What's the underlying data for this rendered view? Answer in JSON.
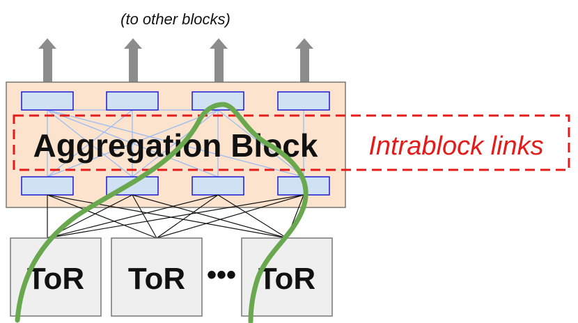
{
  "diagram": {
    "top_label": "(to other blocks)",
    "aggregation_label": "Aggregation Block",
    "intrablock_label": "Intrablock links",
    "tor_labels": [
      "ToR",
      "ToR",
      "ToR"
    ],
    "ellipsis": "•••",
    "colors": {
      "block_fill": "#fce3ce",
      "block_stroke": "#777777",
      "switch_fill": "#cfe1f3",
      "switch_stroke": "#1a1ad6",
      "arrow": "#8c8c8c",
      "intrablock_dashed": "#e31b1b",
      "intra_links": "#9bbcf2",
      "tor_fill": "#efefef",
      "path": "#6aa84f"
    }
  }
}
